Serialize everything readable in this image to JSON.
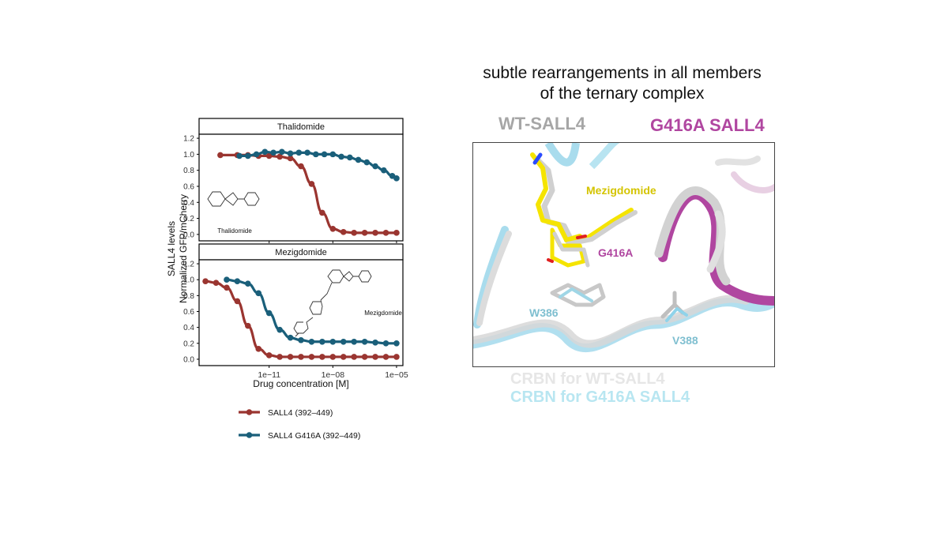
{
  "chart_data": [
    {
      "type": "line",
      "panel_title": "Thalidomide",
      "inset_label": "Thalidomide",
      "x_scale": "log10",
      "xlim_log10": [
        -14.3,
        -4.7
      ],
      "ylim": [
        -0.08,
        1.25
      ],
      "yticks": [
        "0.0",
        "0.2",
        "0.4",
        "0.6",
        "0.8",
        "1.0",
        "1.2"
      ],
      "series": [
        {
          "name": "SALL4 (392–449)",
          "color": "#9a3530",
          "x_log10": [
            -13.3,
            -12.5,
            -12.0,
            -11.5,
            -11.0,
            -10.5,
            -10.0,
            -9.5,
            -9.0,
            -8.5,
            -8.0,
            -7.5,
            -7.0,
            -6.5,
            -6.0,
            -5.5,
            -5.0
          ],
          "y": [
            0.99,
            0.99,
            0.99,
            0.98,
            0.98,
            0.97,
            0.95,
            0.85,
            0.63,
            0.27,
            0.07,
            0.03,
            0.02,
            0.02,
            0.02,
            0.02,
            0.02
          ]
        },
        {
          "name": "SALL4 G416A (392–449)",
          "color": "#1a5f7a",
          "x_log10": [
            -12.4,
            -12.0,
            -11.6,
            -11.2,
            -10.8,
            -10.4,
            -10.0,
            -9.6,
            -9.2,
            -8.8,
            -8.4,
            -8.0,
            -7.6,
            -7.2,
            -6.8,
            -6.4,
            -6.0,
            -5.6,
            -5.2,
            -5.0
          ],
          "y": [
            0.98,
            0.98,
            1.0,
            1.03,
            1.02,
            1.03,
            1.01,
            1.02,
            1.02,
            1.0,
            1.0,
            1.0,
            0.97,
            0.96,
            0.93,
            0.9,
            0.85,
            0.8,
            0.73,
            0.7
          ]
        }
      ]
    },
    {
      "type": "line",
      "panel_title": "Mezigdomide",
      "inset_label": "Mezigdomide",
      "x_scale": "log10",
      "xlim_log10": [
        -14.3,
        -4.7
      ],
      "ylim": [
        -0.08,
        1.25
      ],
      "yticks": [
        "0.0",
        "0.2",
        "0.4",
        "0.6",
        "0.8",
        "1.0",
        "1.2"
      ],
      "xticks": [
        "1e−11",
        "1e−08",
        "1e−05"
      ],
      "xticks_log10": [
        -11,
        -8,
        -5
      ],
      "xlabel": "Drug concentration [M]",
      "ylabel": [
        "SALL4 levels",
        "Normalized GFP/mCherry"
      ],
      "series": [
        {
          "name": "SALL4 (392–449)",
          "color": "#9a3530",
          "x_log10": [
            -14.0,
            -13.5,
            -13.0,
            -12.5,
            -12.0,
            -11.5,
            -11.0,
            -10.5,
            -10.0,
            -9.5,
            -9.0,
            -8.5,
            -8.0,
            -7.5,
            -7.0,
            -6.5,
            -6.0,
            -5.5,
            -5.0
          ],
          "y": [
            0.98,
            0.96,
            0.9,
            0.73,
            0.42,
            0.13,
            0.05,
            0.03,
            0.03,
            0.03,
            0.03,
            0.03,
            0.03,
            0.03,
            0.03,
            0.03,
            0.03,
            0.03,
            0.03
          ]
        },
        {
          "name": "SALL4 G416A (392–449)",
          "color": "#1a5f7a",
          "x_log10": [
            -13.0,
            -12.5,
            -12.0,
            -11.5,
            -11.0,
            -10.5,
            -10.0,
            -9.5,
            -9.0,
            -8.5,
            -8.0,
            -7.5,
            -7.0,
            -6.5,
            -6.0,
            -5.5,
            -5.0
          ],
          "y": [
            1.0,
            0.98,
            0.95,
            0.83,
            0.58,
            0.37,
            0.27,
            0.24,
            0.22,
            0.22,
            0.22,
            0.22,
            0.22,
            0.22,
            0.21,
            0.2,
            0.2
          ]
        }
      ]
    }
  ],
  "legend": [
    {
      "label": "SALL4 (392–449)",
      "color": "#9a3530"
    },
    {
      "label": "SALL4 G416A (392–449)",
      "color": "#1a5f7a"
    }
  ],
  "structure_panel": {
    "title_line1": "subtle rearrangements in all members",
    "title_line2": "of the ternary complex",
    "label_wt": "WT-SALL4",
    "label_g416a": "G416A SALL4",
    "residues": {
      "mezigdomide": "Mezigdomide",
      "g416a": "G416A",
      "w386": "W386",
      "v388": "V388"
    },
    "crbn_wt": "CRBN for WT-SALL4",
    "crbn_g416a": "CRBN for G416A SALL4",
    "colors": {
      "wt": "#c8c8c8",
      "mutant": "#b046a0",
      "crbn_mut": "#8fd3ea",
      "ligand": "#f5e400",
      "label_mez": "#d4c400",
      "label_res": "#7fbfd0"
    }
  }
}
